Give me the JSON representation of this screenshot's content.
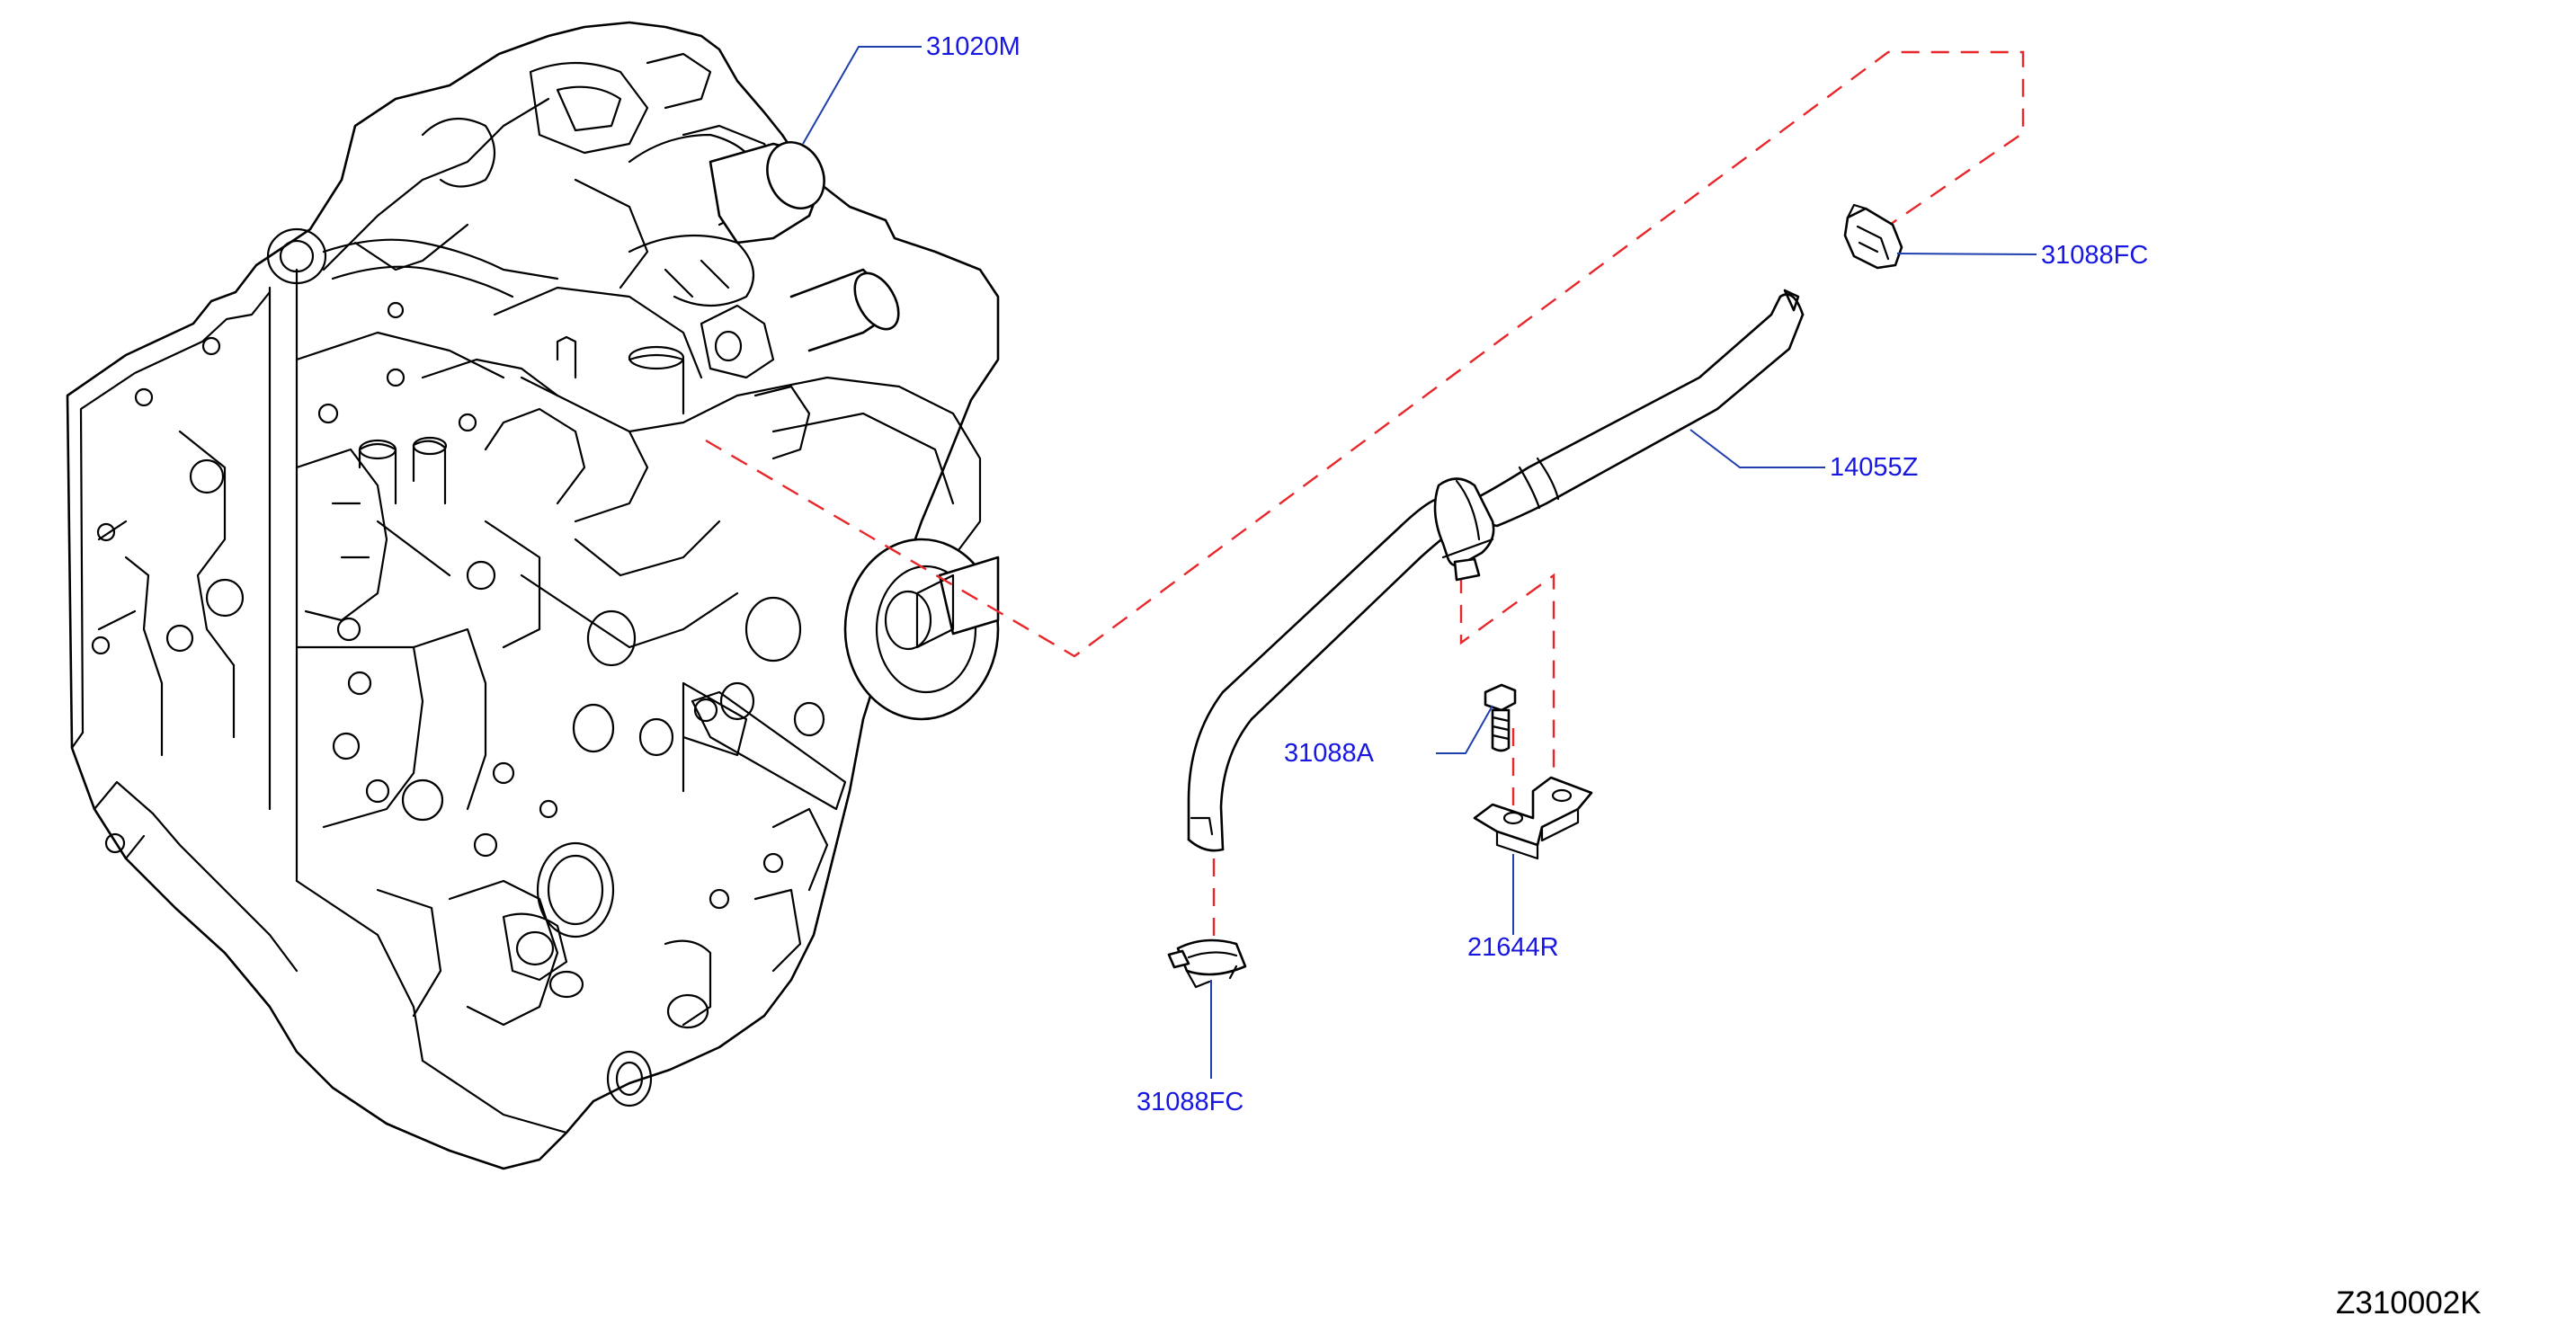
{
  "callouts": {
    "transaxle": "31020M",
    "clip_upper": "31088FC",
    "hose": "14055Z",
    "bolt": "31088A",
    "bracket": "21644R",
    "clip_lower": "31088FC"
  },
  "diagram_code": "Z310002K",
  "colors": {
    "line_art": "#000000",
    "callout_text": "#1717e0",
    "leader_line": "#1f3fae",
    "connection_dash": "#e8272b"
  }
}
